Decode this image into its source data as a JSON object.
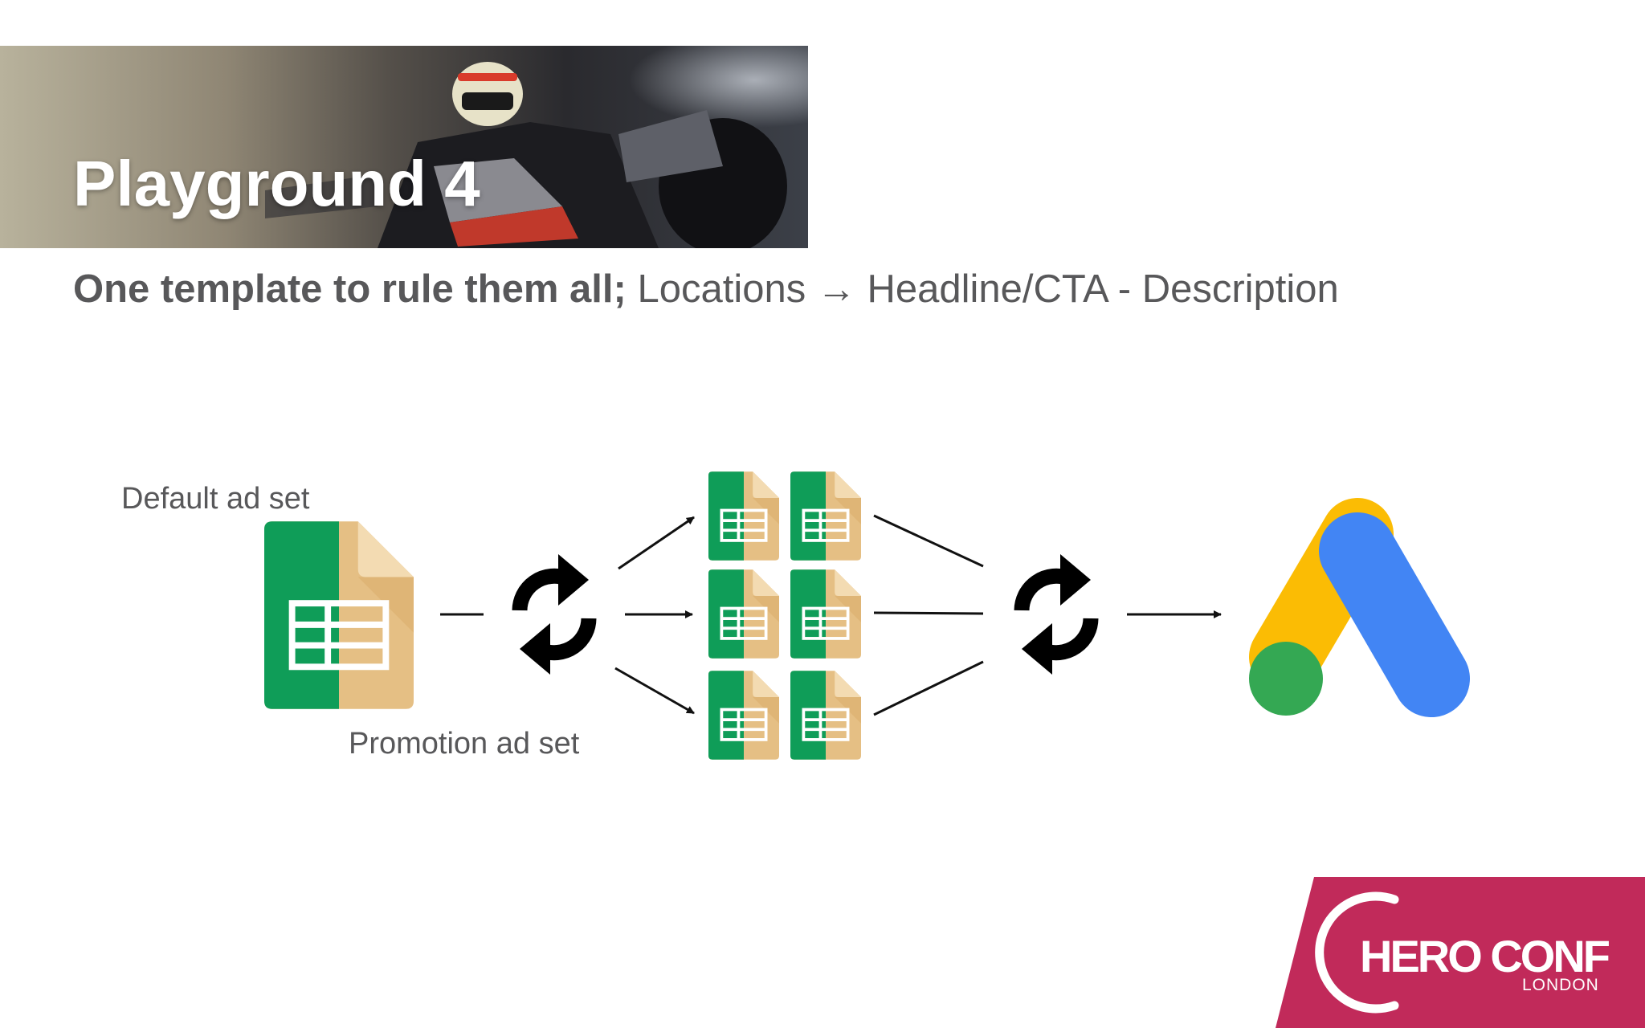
{
  "slide": {
    "title": "Playground 4",
    "subtitle_bold": "One template to rule them all;",
    "subtitle_rest": "Locations → Headline/CTA - Description"
  },
  "diagram": {
    "default_label": "Default ad set",
    "promotion_label": "Promotion ad set",
    "nodes": [
      "spreadsheet-icon",
      "sync-icon",
      "spreadsheet-grid",
      "sync-icon",
      "google-ads-logo-icon"
    ]
  },
  "logo": {
    "name": "HERO CONF",
    "city": "LONDON",
    "color": "#c12a5a"
  },
  "colors": {
    "sheet_green": "#0f9d58",
    "sheet_tan": "#e5bf84",
    "ads_blue": "#4285f4",
    "ads_yellow": "#fbbc04",
    "ads_green": "#34a853",
    "text_gray": "#58585a"
  }
}
